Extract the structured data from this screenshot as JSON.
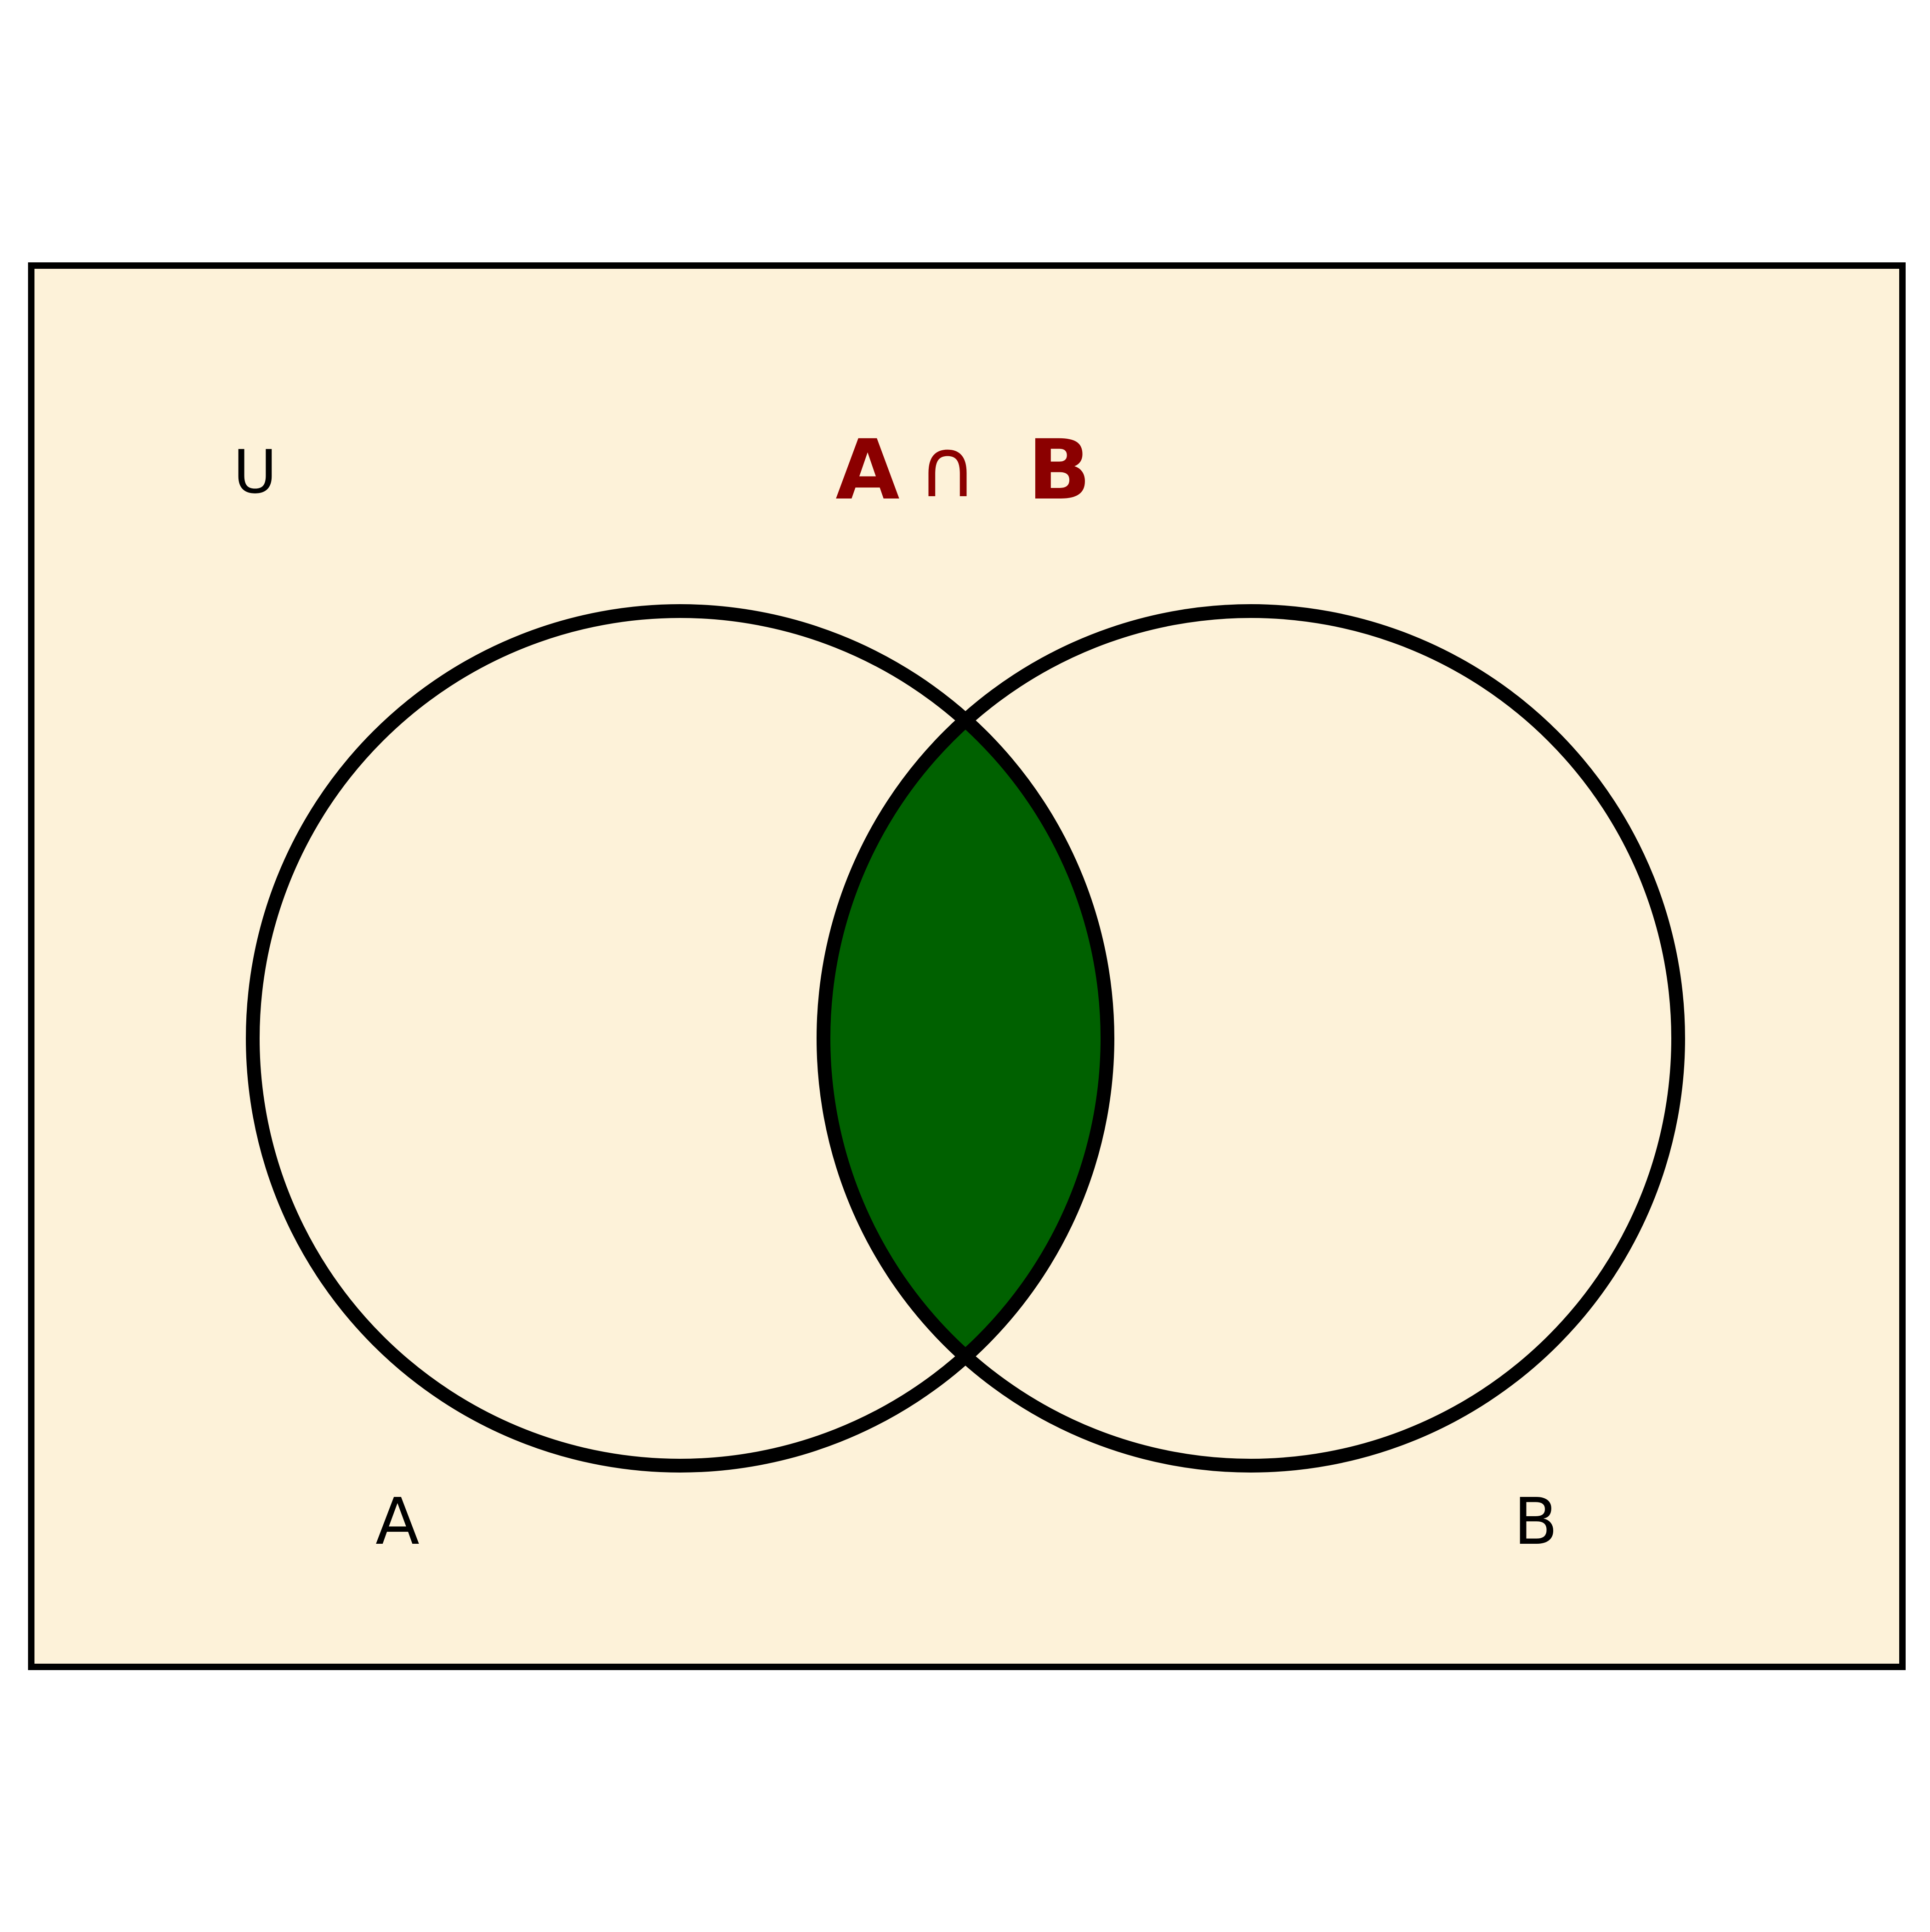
{
  "diagram": {
    "type": "venn-2",
    "highlighted_region": "intersection",
    "title": {
      "left": "A",
      "operator": "∩",
      "right": "B"
    },
    "universe_label": "U",
    "sets": [
      {
        "id": "A",
        "label": "A"
      },
      {
        "id": "B",
        "label": "B"
      }
    ]
  },
  "colors": {
    "page_background": "#ffffff",
    "universe_fill": "#fdf2d9",
    "outline": "#000000",
    "highlight_fill": "#006100",
    "title_color": "#8b0000",
    "label_color": "#000000"
  }
}
